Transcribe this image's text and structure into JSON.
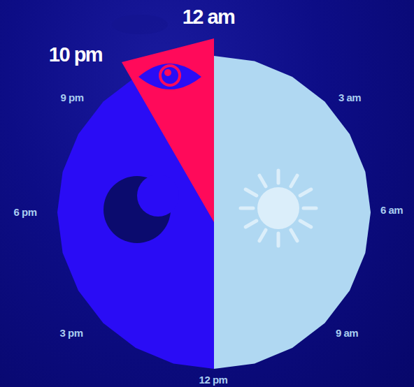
{
  "diagram": {
    "labels": [
      "12 am",
      "10 pm",
      "9 pm",
      "3 am",
      "6 pm",
      "6 am",
      "3 pm",
      "9 am",
      "12 pm"
    ]
  }
}
